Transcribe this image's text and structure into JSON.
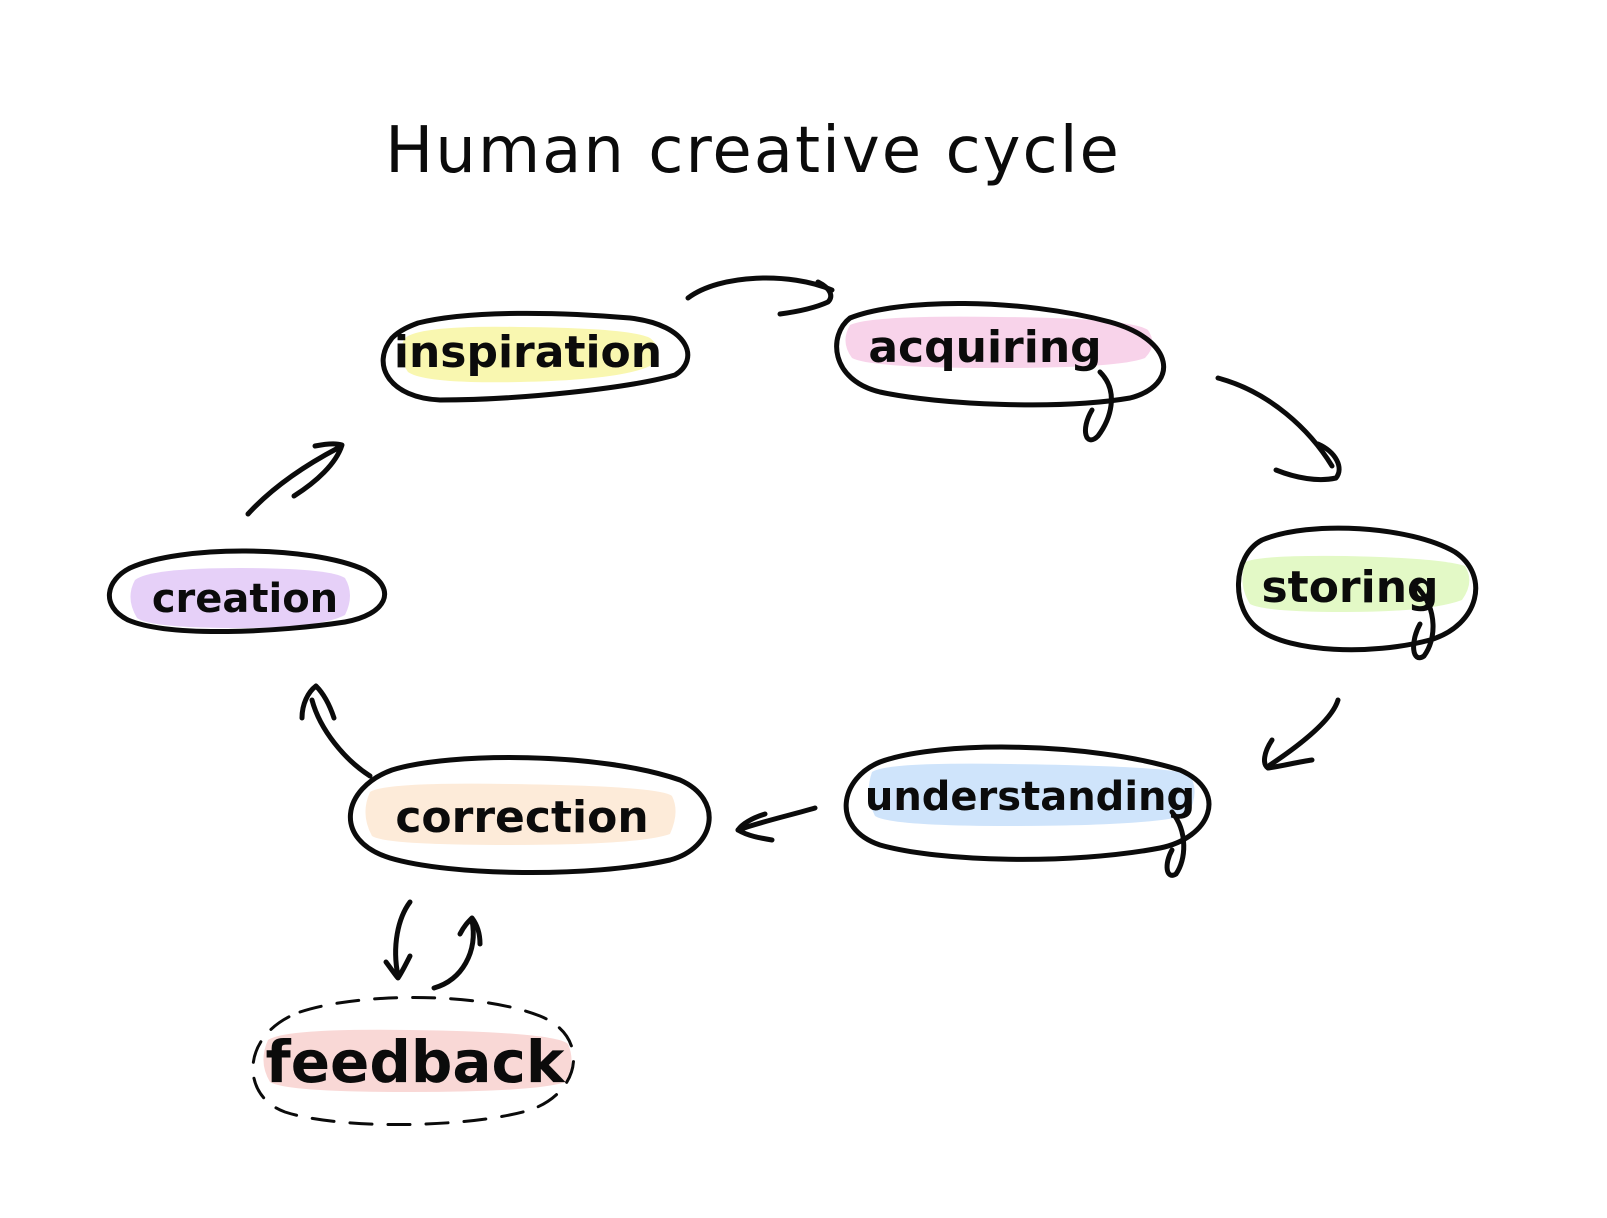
{
  "title": "Human creative cycle",
  "nodes": [
    {
      "id": "inspiration",
      "label": "inspiration",
      "highlight": "#f9f7b0"
    },
    {
      "id": "acquiring",
      "label": "acquiring",
      "highlight": "#f8d3ea"
    },
    {
      "id": "storing",
      "label": "storing",
      "highlight": "#e3f9c6"
    },
    {
      "id": "understanding",
      "label": "understanding",
      "highlight": "#cfe4fb"
    },
    {
      "id": "correction",
      "label": "correction",
      "highlight": "#fdebd9"
    },
    {
      "id": "creation",
      "label": "creation",
      "highlight": "#e6d0f8"
    },
    {
      "id": "feedback",
      "label": "feedback",
      "highlight": "#f9d8d6"
    }
  ]
}
